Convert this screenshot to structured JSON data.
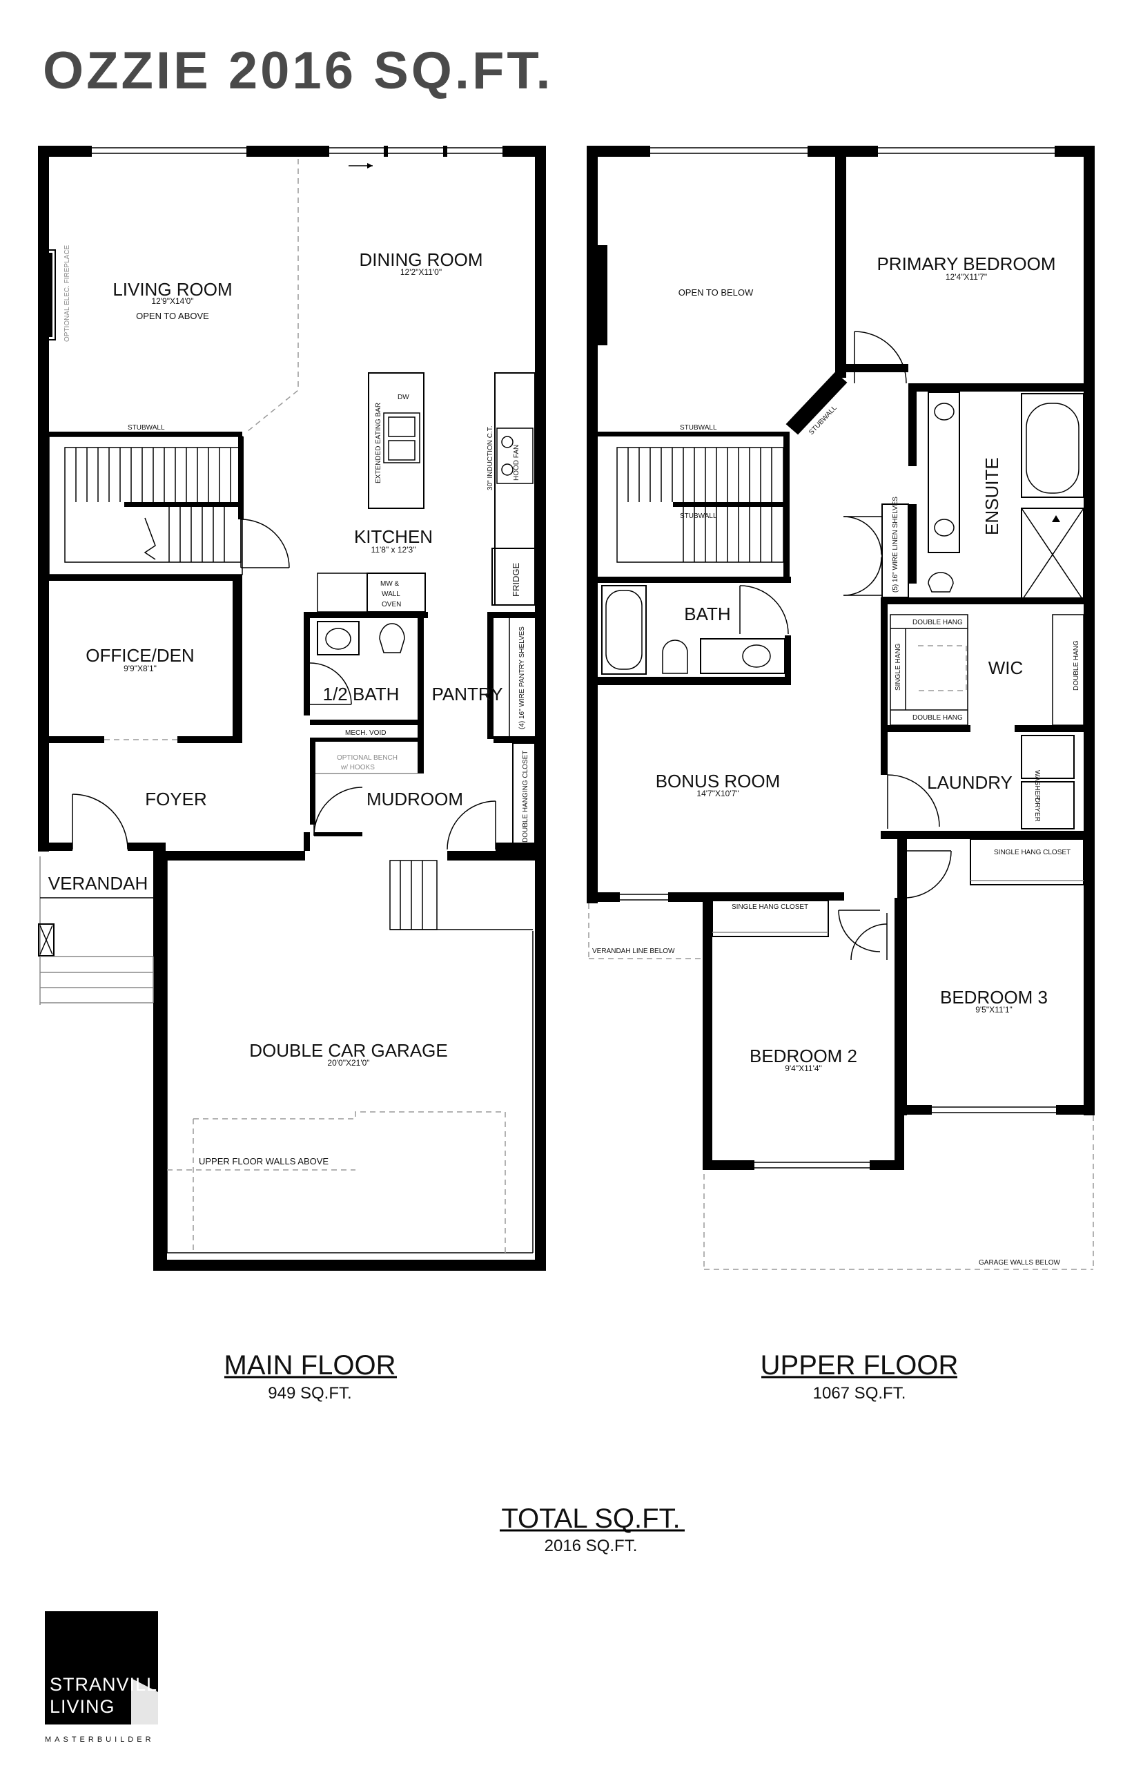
{
  "title": "OZZIE 2016 SQ.FT.",
  "main_floor": {
    "label": "MAIN FLOOR",
    "sqft": "949 SQ.FT.",
    "rooms": {
      "living_room": {
        "name": "LIVING ROOM",
        "dims": "12'9\"X14'0\"",
        "note": "OPEN TO ABOVE"
      },
      "dining_room": {
        "name": "DINING ROOM",
        "dims": "12'2\"X11'0\""
      },
      "kitchen": {
        "name": "KITCHEN",
        "dims": "11'8\" x 12'3\""
      },
      "office_den": {
        "name": "OFFICE/DEN",
        "dims": "9'9\"X8'1\""
      },
      "half_bath": {
        "name": "1/2 BATH"
      },
      "pantry": {
        "name": "PANTRY"
      },
      "foyer": {
        "name": "FOYER"
      },
      "mudroom": {
        "name": "MUDROOM"
      },
      "verandah": {
        "name": "VERANDAH"
      },
      "garage": {
        "name": "DOUBLE CAR GARAGE",
        "dims": "20'0\"X21'0\""
      }
    },
    "notes": {
      "fireplace": "OPTIONAL ELEC. FIREPLACE",
      "stubwall": "STUBWALL",
      "dw": "DW",
      "eating_bar": "EXTENDED EATING BAR",
      "induction": "30\" INDUCTION C.T.",
      "hood_fan": "HOOD FAN",
      "fridge": "FRIDGE",
      "mw_line1": "MW &",
      "mw_line2": "WALL",
      "mw_line3": "OVEN",
      "pantry_shelves": "(4) 16\" WIRE PANTRY SHELVES",
      "mech_void": "MECH. VOID",
      "bench_line1": "OPTIONAL BENCH",
      "bench_line2": "w/ HOOKS",
      "hanging_closet": "DOUBLE HANGING CLOSET",
      "upper_walls": "UPPER FLOOR WALLS ABOVE"
    }
  },
  "upper_floor": {
    "label": "UPPER FLOOR",
    "sqft": "1067 SQ.FT.",
    "rooms": {
      "open_to_below": {
        "name": "OPEN TO BELOW"
      },
      "primary_bedroom": {
        "name": "PRIMARY BEDROOM",
        "dims": "12'4\"X11'7\""
      },
      "ensuite": {
        "name": "ENSUITE"
      },
      "bath": {
        "name": "BATH"
      },
      "wic": {
        "name": "WIC"
      },
      "bonus_room": {
        "name": "BONUS ROOM",
        "dims": "14'7\"X10'7\""
      },
      "laundry": {
        "name": "LAUNDRY"
      },
      "bedroom2": {
        "name": "BEDROOM 2",
        "dims": "9'4\"X11'4\""
      },
      "bedroom3": {
        "name": "BEDROOM 3",
        "dims": "9'5\"X11'1\""
      }
    },
    "notes": {
      "stubwall": "STUBWALL",
      "linen": "(5) 16\" WIRE LINEN SHELVES",
      "double_hang": "DOUBLE HANG",
      "single_hang": "SINGLE HANG",
      "washer": "WASHER",
      "dryer": "DRYER",
      "single_hang_closet": "SINGLE HANG CLOSET",
      "verandah_line": "VERANDAH LINE BELOW",
      "garage_walls": "GARAGE WALLS BELOW"
    }
  },
  "total": {
    "label": "TOTAL SQ.FT.",
    "sqft": "2016 SQ.FT."
  },
  "logo": {
    "line1": "STRANVILLE",
    "line2": "LIVING",
    "tagline": "MASTERBUILDER"
  }
}
